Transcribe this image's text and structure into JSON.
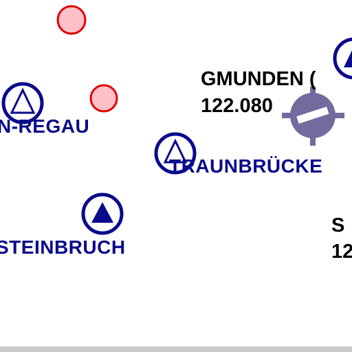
{
  "map": {
    "labels": {
      "rn_regau": "N-REGAU",
      "traunbruecke": "TRAUNBRÜCKE",
      "steinbruch": "STEINBRUCH",
      "gmunden": "GMUNDEN (",
      "gmunden_freq": "122.080",
      "s_label": "S",
      "s_freq": "12"
    },
    "icons": {
      "reporting_point": "circle-triangle-icon",
      "obstacle": "red-circle-icon",
      "airfield": "airfield-runway-icon"
    },
    "colors": {
      "navy": "#0a0a8c",
      "obstacle_fill": "#ffc0c8",
      "obstacle_stroke": "#e00000",
      "airfield": "#746a9e"
    }
  }
}
